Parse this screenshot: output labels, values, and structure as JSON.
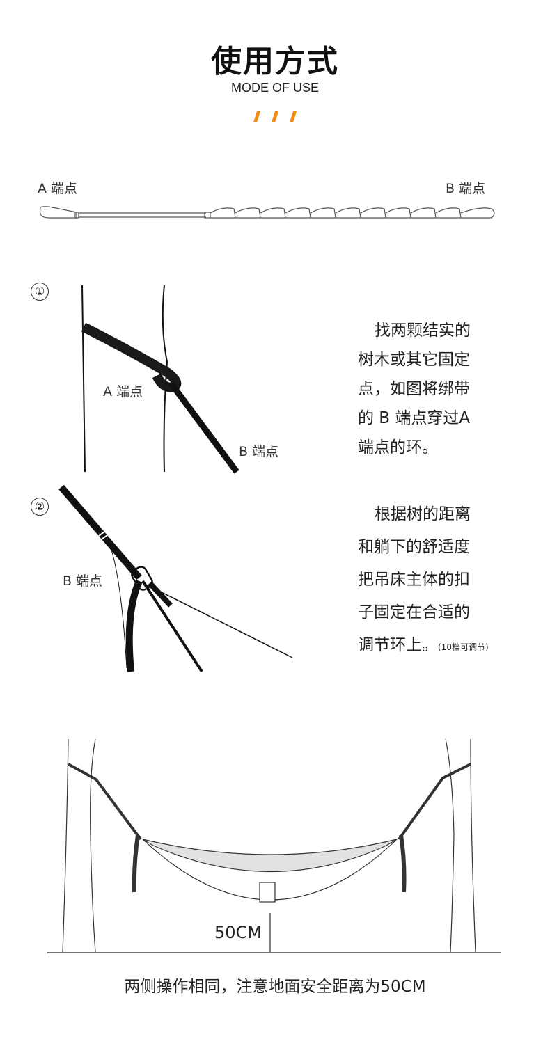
{
  "header": {
    "title": "使用方式",
    "subtitle": "MODE OF USE",
    "accent_color": "#f08a10"
  },
  "strap": {
    "label_a": "A 端点",
    "label_b": "B 端点",
    "adjust_loops": 10
  },
  "step1": {
    "number": "①",
    "label_a": "A 端点",
    "label_b": "B 端点",
    "lines": [
      "找两颗结实的",
      "树木或其它固定",
      "点，如图将绑带",
      "的 B 端点穿过A",
      "端点的环。"
    ]
  },
  "step2": {
    "number": "②",
    "label_b": "B 端点",
    "lines": [
      "根据树的距离",
      "和躺下的舒适度",
      "把吊床主体的扣",
      "子固定在合适的",
      "调节环上。"
    ],
    "note": "(10档可调节)"
  },
  "hammock": {
    "distance_label": "50CM"
  },
  "footer": {
    "text": "两侧操作相同，注意地面安全距离为50CM"
  }
}
